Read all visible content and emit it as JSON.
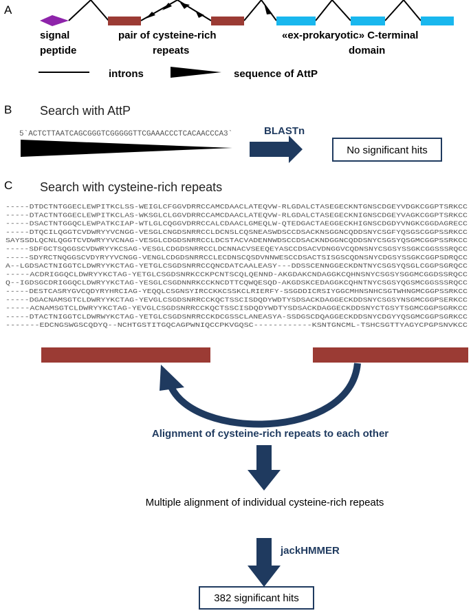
{
  "colors": {
    "navy": "#1f3a5f",
    "repeat_red": "#9b3b34",
    "domain_cyan": "#19b7ee",
    "signal_purple": "#8e24aa",
    "alignment_text": "#555555"
  },
  "panel_a": {
    "label": "A",
    "signal_label_1": "signal",
    "signal_label_2": "peptide",
    "repeats_label_1": "pair of cysteine-rich",
    "repeats_label_2": "repeats",
    "domain_label_1": "«ex-prokaryotic» C-terminal",
    "domain_label_2": "domain",
    "legend_introns": "introns",
    "legend_attp": "sequence of AttP"
  },
  "panel_b": {
    "label": "B",
    "title": "Search with AttP",
    "sequence": "5`ACTCTTAATCAGCGGGTCGGGGGTTCGAAACCCTCACAACCCA3`",
    "method": "BLASTn",
    "result": "No significant hits"
  },
  "panel_c": {
    "label": "C",
    "title": "Search with cysteine-rich repeats",
    "alignment": [
      "-----DTDCTNTGGECLEWPITKCLSS-WEIGLCFGGVDRRCCAMCDAACLATEQVW-RLGDALCTASEGECKNTGNSCDGEYVDGKCGGPTSRKCC",
      "-----DTACTNTGGECLEWPITKCLAS-WKSGLCLGGVDRRCCAMCDAACLATEQVW-RLGDALCTASEGECKNIGNSCDGEYVAGKCGGPTSRKCC",
      "-----DSACTNTGGQCLEWPATKCIAP-WTLGLCQGGVDRRCCALCDAACLGMEQLW-QTEDGACTAEGGECKHIGNSCDGDYVNGKCGGDAGRECC",
      "-----DTQCILQGGTCVDWRYYVCNGG-VESGLCNGDSNRRCCLDCNSLCQSNEASWDSCCDSACKNSGGNCQDDSNYCSGFYQSGSCGGPSSRKCC",
      "SAYSSDLQCNLQGGTCVDWRYYVCNAG-VESGLCDGDSNRRCCLDCSTACVADENNWDSCCDSACKNDGGNCQDDSNYCSGSYQSGMCGGPSSRKCC",
      "-----SDFGCTSQGGSCVDWRYYKCSAG-VESGLCDGDSNRRCCLDCNNACVSEEQEYASCCDSACVDNGGVCQDNSNYCSGSYSSGKCGGSSSRQCC",
      "-----SDYRCTNQGGSCVDYRYYVCNGG-VENGLCDGDSNRRCCLECDNSCQSDVNNWESCCDSACTSISGSCQDNSNYCDGSYSSGKCGGPSDRQCC",
      "A--LGDSACTNIGGTCLDWRYYKCTAG-YETGLCSGDSNRRCCQNCDATCAALEASY---DDSSCENNGGECKDNTNYCSGSYQSGLCGGPSGRQCC",
      "-----ACDRIGGQCLDWRYYKCTAG-YETGLCSGDSNRKCCKPCNTSCQLQENND-AKGDAKCNDAGGKCQHNSNYCSGSYSGGMCGGDSSRQCC",
      "Q--IGDSGCDRIGGQCLDWRYYKCTAG-YESGLCSGDNNRKCCKNCDTTCQWQESQD-AKGDSKCEDAGGKCQHNTNYCSGSYQGSMCGGSSSRQCC",
      "-----DESTCASRYGVCQDYRYHRCIAG-YEQQLCSGNSYIRCCKKCSSKCLRIERFY-SSGDDICRSIYGGCMHNSNHCSGTWHNGMCGGPSSRKCC",
      "-----DGACNAMSGTCLDWRYYKCTAG-YEVGLCSGDSNRRCCKQCTSSCISDQDYWDTYSDSACKDAGGECKDDSNYCSGSYNSGMCGGPSERKCC",
      "-----ACNAMSGTCLDWRYYKCTAG-YEVGLCSGDSNRRCCKQCTSSCISDQDYWDTYSDSACKDAGGECKDDSNYCTGSYTSGMCGGPSGRKCC",
      "-----DTACTNIGGTCLDWRWYKCTAG-YETGLCSGDSNRRCCKDCGSSCLANEASYA-SSDGSCDQAGGECKDDSNYCDGYYQSGMCGGPSGRKCC",
      "-------EDCNGSWGSCQDYQ--NCHTGSTITGQCAGPWNIQCCPKVGQSC------------KSNTGNCML-TSHCSGTTYAGYCPGPSNVKCC"
    ],
    "curve_label": "Alignment of cysteine-rich repeats to each other",
    "step2": "Multiple alignment of individual cysteine-rich repeats",
    "method": "jackHMMER",
    "result": "382 significant hits"
  }
}
